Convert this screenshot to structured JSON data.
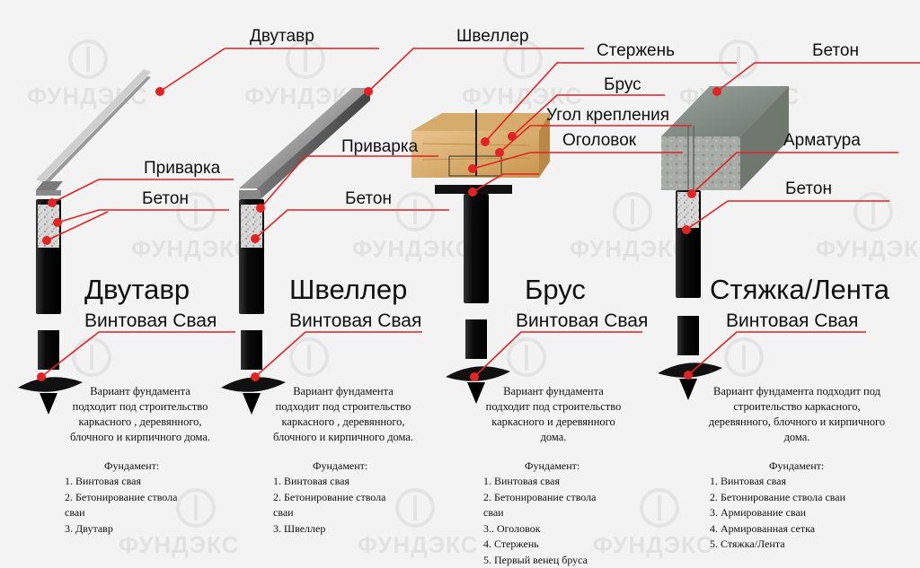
{
  "watermark": {
    "brand": "ФУНДЭКС"
  },
  "colors": {
    "leader": "#e32222",
    "dot": "#e32222",
    "pile": "#111111"
  },
  "columns": [
    {
      "title": "Двутавр",
      "pile_label": "Винтовая Свая",
      "description": [
        "Вариант фундамента",
        "подходит под строительство",
        "каркасного , деревянного,",
        "блочного и кирпичного дома."
      ],
      "steps_title": "Фундамент:",
      "steps": [
        "1. Винтовая свая",
        "2. Бетонирование ствола",
        "сваи",
        "3. Двутавр"
      ],
      "callouts": {
        "beam": "Двутавр",
        "weld": "Приварка",
        "concrete": "Бетон"
      }
    },
    {
      "title": "Швеллер",
      "pile_label": "Винтовая Свая",
      "description": [
        "Вариант фундамента",
        "подходит под строительство",
        "каркасного , деревянного,",
        "блочного и кирпичного дома."
      ],
      "steps_title": "Фундамент:",
      "steps": [
        "1. Винтовая свая",
        "2. Бетонирование ствола",
        "сваи",
        "3. Швеллер"
      ],
      "callouts": {
        "beam": "Швеллер",
        "weld": "Приварка",
        "concrete": "Бетон"
      }
    },
    {
      "title": "Брус",
      "pile_label": "Винтовая Свая",
      "description": [
        "Вариант фундамента",
        "подходит под строительство",
        "каркасного и деревянного",
        "дома."
      ],
      "steps_title": "Фундамент:",
      "steps": [
        "1. Винтовая свая",
        "2. Бетонирование ствола",
        "сваи",
        "3.. Оголовок",
        "4. Стержень",
        "5. Первый венец бруса"
      ],
      "callouts": {
        "rod": "Стержень",
        "timber": "Брус",
        "angle": "Угол крепления",
        "cap": "Оголовок"
      }
    },
    {
      "title": "Стяжка/Лента",
      "pile_label": "Винтовая Свая",
      "description": [
        "Вариант фундамента подходит под",
        "строительство каркасного,",
        "деревянного, блочного и кирпичного",
        "дома."
      ],
      "steps_title": "Фундамент:",
      "steps": [
        "1. Винтовая свая",
        "2. Бетонирование ствола сваи",
        "3. Армирование сваи",
        "4. Армированная сетка",
        "5. Стяжка/Лента"
      ],
      "callouts": {
        "concrete_top": "Бетон",
        "rebar": "Арматура",
        "concrete": "Бетон"
      }
    }
  ]
}
